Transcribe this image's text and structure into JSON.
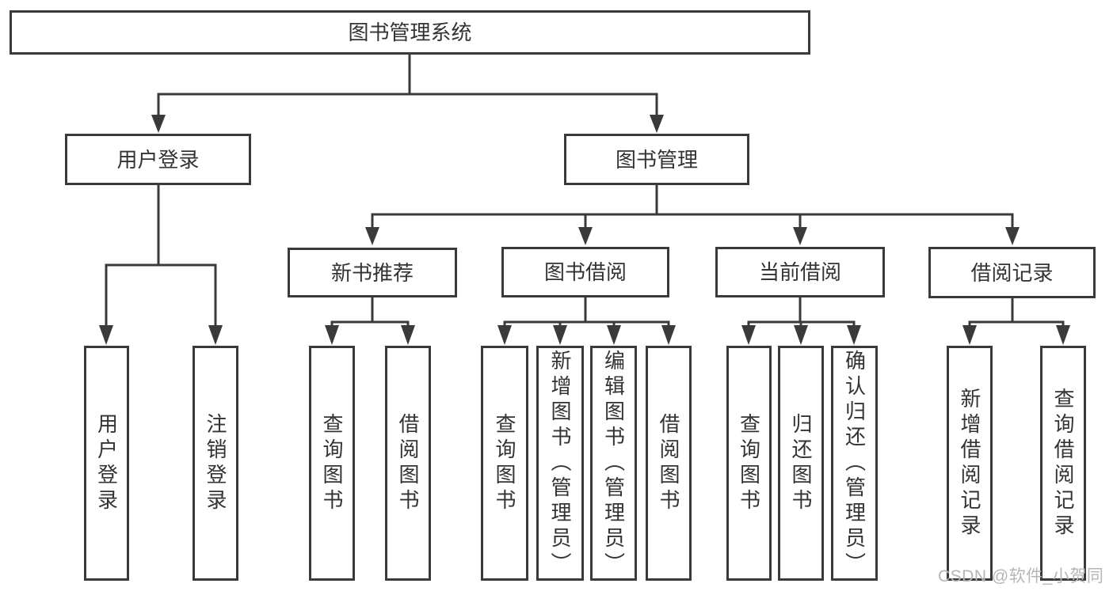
{
  "diagram": {
    "root": {
      "label": "图书管理系统"
    },
    "level2": [
      {
        "label": "用户登录"
      },
      {
        "label": "图书管理"
      }
    ],
    "level3": [
      {
        "label": "新书推荐"
      },
      {
        "label": "图书借阅"
      },
      {
        "label": "当前借阅"
      },
      {
        "label": "借阅记录"
      }
    ],
    "leaves": {
      "user_login": [
        "用户登录",
        "注销登录"
      ],
      "new_book_recommend": [
        "查询图书",
        "借阅图书"
      ],
      "book_borrow": [
        "查询图书",
        "新增图书（管理员）",
        "编辑图书（管理员）",
        "借阅图书"
      ],
      "current_borrow": [
        "查询图书",
        "归还图书",
        "确认归还（管理员）"
      ],
      "borrow_records": [
        "新增借阅记录",
        "查询借阅记录"
      ]
    }
  },
  "watermark": {
    "text": "CSDN @软件_小贺同学"
  },
  "colors": {
    "line": "#3a3a3a",
    "text": "#333333",
    "watermark": "#b5b5ba",
    "background": "#ffffff"
  }
}
